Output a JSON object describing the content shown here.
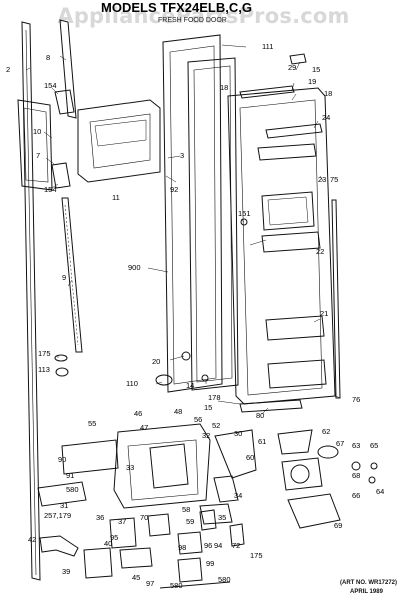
{
  "watermark": "AppliancePartsPros.com",
  "title": "MODELS TFX24ELB,C,G",
  "subtitle": "FRESH FOOD DOOR",
  "art_number": "(ART NO. WR17272)",
  "date": "APRIL 1989",
  "callouts": [
    {
      "id": "c-111",
      "label": "111"
    },
    {
      "id": "c-8",
      "label": "8"
    },
    {
      "id": "c-2",
      "label": "2"
    },
    {
      "id": "c-154a",
      "label": "154"
    },
    {
      "id": "c-10",
      "label": "10"
    },
    {
      "id": "c-7",
      "label": "7"
    },
    {
      "id": "c-154b",
      "label": "154"
    },
    {
      "id": "c-11",
      "label": "11"
    },
    {
      "id": "c-3",
      "label": "3"
    },
    {
      "id": "c-92",
      "label": "92"
    },
    {
      "id": "c-29",
      "label": "29"
    },
    {
      "id": "c-15a",
      "label": "15"
    },
    {
      "id": "c-19",
      "label": "19"
    },
    {
      "id": "c-18a",
      "label": "18"
    },
    {
      "id": "c-18b",
      "label": "18"
    },
    {
      "id": "c-24",
      "label": "24"
    },
    {
      "id": "c-23",
      "label": "23"
    },
    {
      "id": "c-75",
      "label": "75"
    },
    {
      "id": "c-151",
      "label": "151"
    },
    {
      "id": "c-22",
      "label": "22"
    },
    {
      "id": "c-900",
      "label": "900"
    },
    {
      "id": "c-9",
      "label": "9"
    },
    {
      "id": "c-21",
      "label": "21"
    },
    {
      "id": "c-175a",
      "label": "175"
    },
    {
      "id": "c-113",
      "label": "113"
    },
    {
      "id": "c-20",
      "label": "20"
    },
    {
      "id": "c-110",
      "label": "110"
    },
    {
      "id": "c-14",
      "label": "14"
    },
    {
      "id": "c-178",
      "label": "178"
    },
    {
      "id": "c-15b",
      "label": "15"
    },
    {
      "id": "c-80",
      "label": "80"
    },
    {
      "id": "c-76",
      "label": "76"
    },
    {
      "id": "c-55",
      "label": "55"
    },
    {
      "id": "c-46",
      "label": "46"
    },
    {
      "id": "c-48",
      "label": "48"
    },
    {
      "id": "c-47",
      "label": "47"
    },
    {
      "id": "c-56",
      "label": "56"
    },
    {
      "id": "c-52",
      "label": "52"
    },
    {
      "id": "c-32",
      "label": "32"
    },
    {
      "id": "c-30",
      "label": "30"
    },
    {
      "id": "c-62",
      "label": "62"
    },
    {
      "id": "c-61",
      "label": "61"
    },
    {
      "id": "c-67",
      "label": "67"
    },
    {
      "id": "c-63",
      "label": "63"
    },
    {
      "id": "c-65",
      "label": "65"
    },
    {
      "id": "c-60",
      "label": "60"
    },
    {
      "id": "c-90",
      "label": "90"
    },
    {
      "id": "c-33",
      "label": "33"
    },
    {
      "id": "c-91",
      "label": "91"
    },
    {
      "id": "c-580a",
      "label": "580"
    },
    {
      "id": "c-68",
      "label": "68"
    },
    {
      "id": "c-64",
      "label": "64"
    },
    {
      "id": "c-31",
      "label": "31"
    },
    {
      "id": "c-34",
      "label": "34"
    },
    {
      "id": "c-66",
      "label": "66"
    },
    {
      "id": "c-35",
      "label": "35"
    },
    {
      "id": "c-257",
      "label": "257,179"
    },
    {
      "id": "c-36",
      "label": "36"
    },
    {
      "id": "c-58",
      "label": "58"
    },
    {
      "id": "c-37",
      "label": "37"
    },
    {
      "id": "c-70",
      "label": "70"
    },
    {
      "id": "c-59",
      "label": "59"
    },
    {
      "id": "c-95",
      "label": "95"
    },
    {
      "id": "c-69",
      "label": "69"
    },
    {
      "id": "c-42",
      "label": "42"
    },
    {
      "id": "c-96",
      "label": "96"
    },
    {
      "id": "c-72",
      "label": "72"
    },
    {
      "id": "c-98",
      "label": "98"
    },
    {
      "id": "c-94",
      "label": "94"
    },
    {
      "id": "c-39",
      "label": "39"
    },
    {
      "id": "c-99",
      "label": "99"
    },
    {
      "id": "c-175b",
      "label": "175"
    },
    {
      "id": "c-40",
      "label": "40"
    },
    {
      "id": "c-45",
      "label": "45"
    },
    {
      "id": "c-97",
      "label": "97"
    },
    {
      "id": "c-580b",
      "label": "580"
    },
    {
      "id": "c-580c",
      "label": "580"
    }
  ]
}
